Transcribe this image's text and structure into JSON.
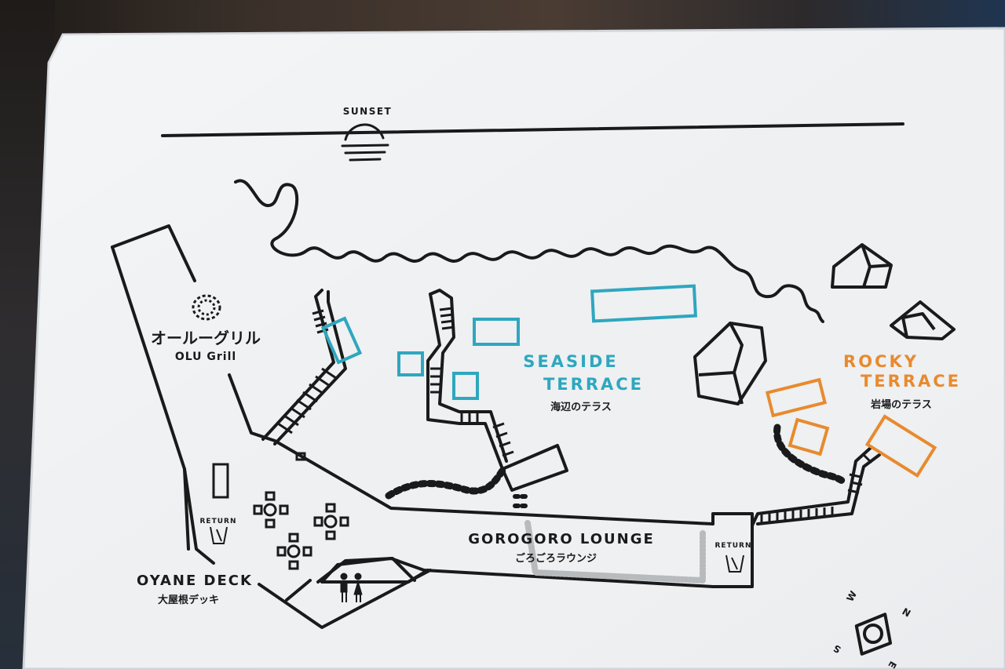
{
  "sunset": {
    "label": "SUNSET"
  },
  "restaurant": {
    "name_jp": "オールーグリル",
    "name_en": "OLU Grill"
  },
  "seaside_terrace": {
    "name_en": "SEASIDE TERRACE",
    "line1": "SEASIDE",
    "line2": "TERRACE",
    "name_jp": "海辺のテラス"
  },
  "rocky_terrace": {
    "name_en": "ROCKY TERRACE",
    "line1": "ROCKY",
    "line2": "TERRACE",
    "name_jp": "岩場のテラス"
  },
  "lounge": {
    "name_en": "GOROGORO LOUNGE",
    "name_jp": "ごろごろラウンジ"
  },
  "oyane_deck": {
    "name_en": "OYANE DECK",
    "name_jp": "大屋根デッキ"
  },
  "return_left": {
    "label": "RETURN"
  },
  "return_right": {
    "label": "RETURN"
  },
  "compass": {
    "labels": [
      "W",
      "N",
      "E",
      "S"
    ]
  },
  "colors": {
    "seaside": "#2ea7bf",
    "rocky": "#e88a2e",
    "ink": "#1a1a1a",
    "paper": "#f2f3f4"
  }
}
